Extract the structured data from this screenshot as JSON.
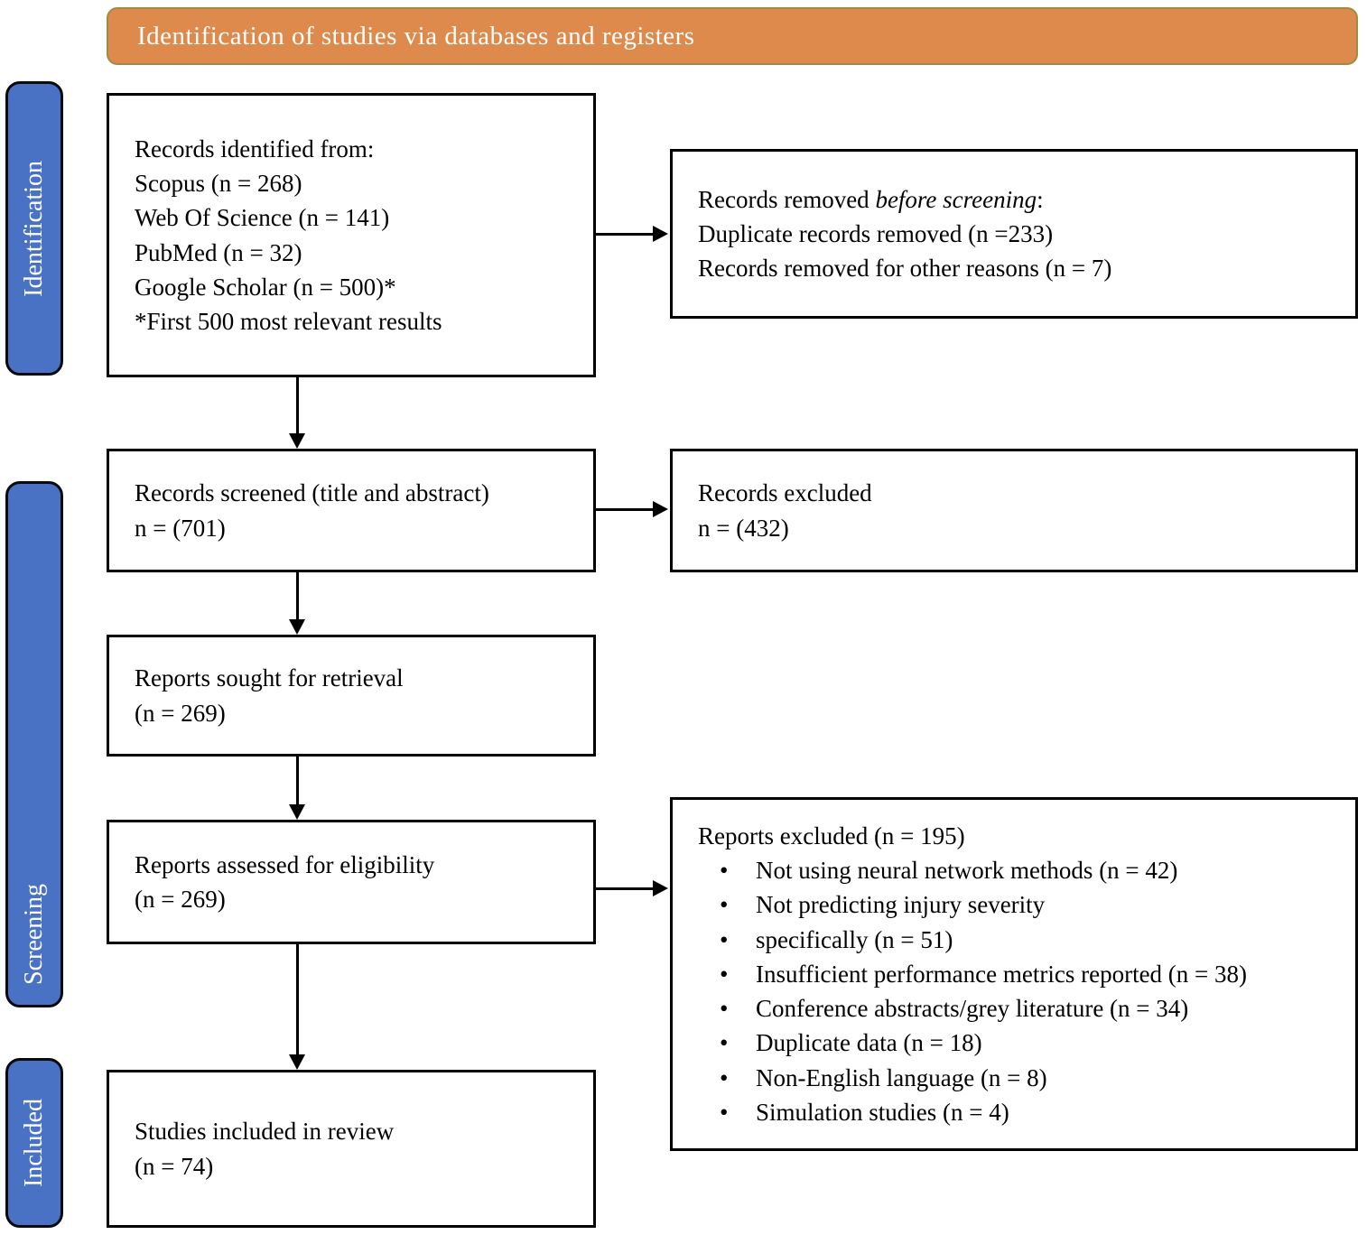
{
  "banner": {
    "label": "Identification of studies via databases and registers"
  },
  "colors": {
    "banner_bg": "#DD8A4C",
    "banner_border": "#A08B45",
    "sidebar_bg": "#4A72C4",
    "box_border": "#000000",
    "text": "#000000",
    "banner_text": "#ffffff"
  },
  "sidebar": {
    "identification": "Identification",
    "screening": "Screening",
    "included": "Included"
  },
  "left_boxes": {
    "records_identified": {
      "lines": [
        "Records identified from:",
        "Scopus (n = 268)",
        "Web Of Science (n = 141)",
        "PubMed (n = 32)",
        "Google Scholar (n = 500)*",
        "*First 500 most relevant results"
      ]
    },
    "records_screened": {
      "line1": "Records screened (title and abstract)",
      "line2": "n = (701)"
    },
    "reports_sought": {
      "line1": "Reports sought for retrieval",
      "line2": "(n = 269)"
    },
    "reports_assessed": {
      "line1": "Reports assessed for eligibility",
      "line2": "(n = 269)"
    },
    "studies_included": {
      "line1": "Studies included in review",
      "line2": "(n = 74)"
    }
  },
  "right_boxes": {
    "records_removed": {
      "title_prefix": "Records removed ",
      "title_italic": "before screening",
      "title_suffix": ":",
      "line2": "Duplicate records removed (n =233)",
      "line3": "Records removed for other reasons (n = 7)"
    },
    "records_excluded": {
      "line1": "Records excluded",
      "line2": "n = (432)"
    },
    "reports_excluded": {
      "title": "Reports excluded (n = 195)",
      "bullet_glyph": "•",
      "bullets": [
        "Not using neural network methods (n = 42)",
        "Not predicting injury severity",
        "specifically  (n = 51)",
        "Insufficient performance metrics reported (n = 38)",
        "Conference abstracts/grey literature (n = 34)",
        "Duplicate data (n = 18)",
        "Non-English language (n = 8)",
        "Simulation studies (n = 4)"
      ]
    }
  }
}
